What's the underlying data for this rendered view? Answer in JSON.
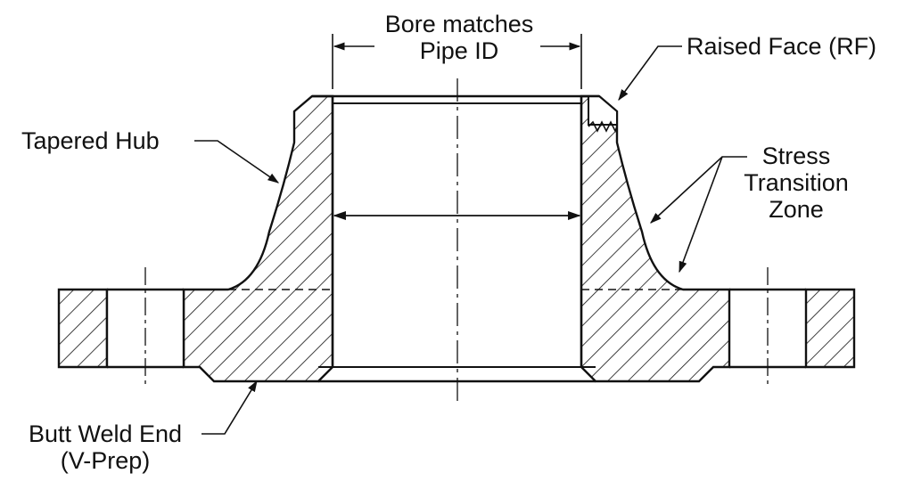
{
  "colors": {
    "ink": "#111111",
    "background": "#ffffff"
  },
  "labels": {
    "bore": {
      "line1": "Bore matches",
      "line2": "Pipe ID"
    },
    "raised_face": "Raised Face (RF)",
    "tapered_hub": "Tapered Hub",
    "stress": {
      "line1": "Stress",
      "line2": "Transition",
      "line3": "Zone"
    },
    "butt_weld": {
      "line1": "Butt Weld End",
      "line2": "(V-Prep)"
    }
  }
}
